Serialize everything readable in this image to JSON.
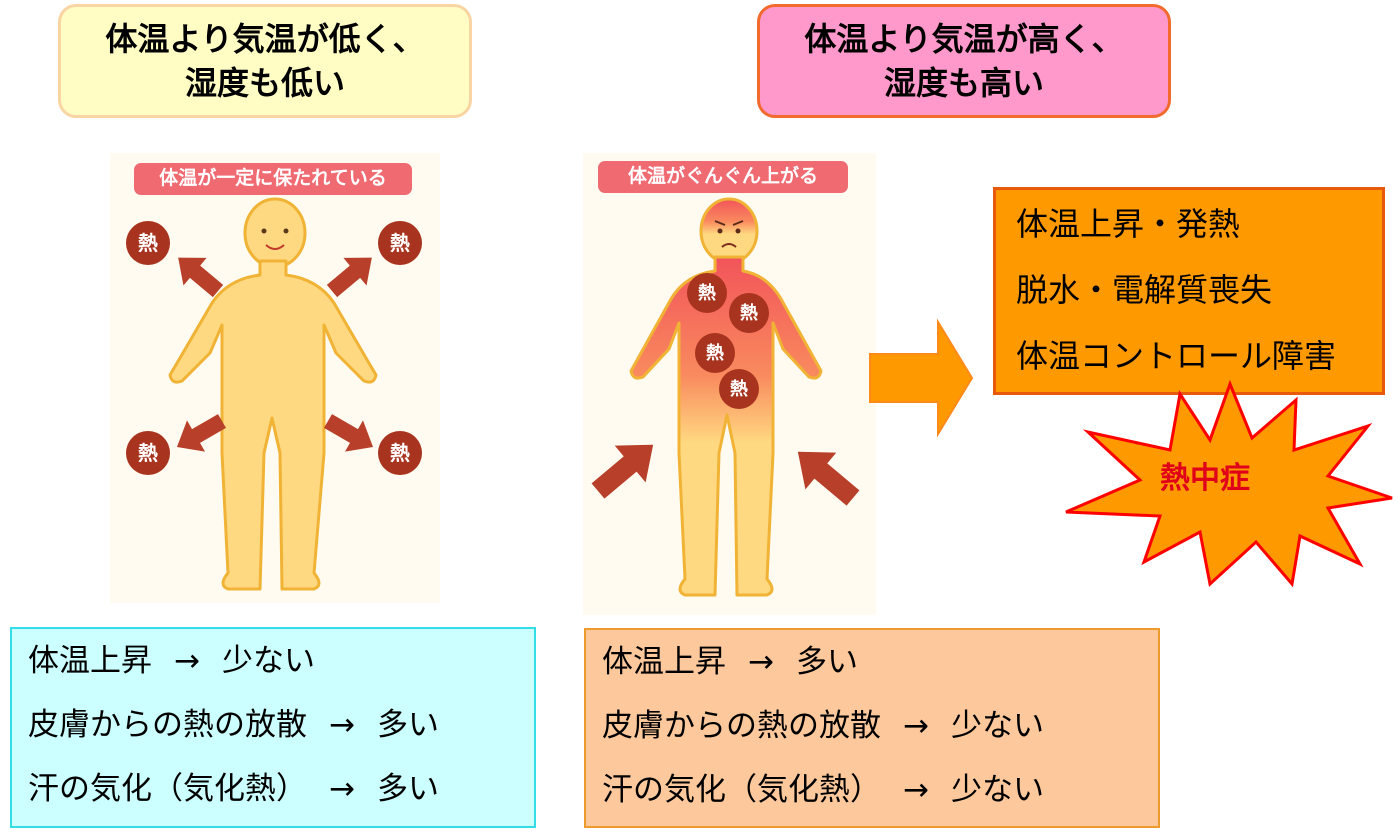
{
  "left_condition": {
    "line1": "体温より気温が低く、",
    "line2": "湿度も低い"
  },
  "right_condition": {
    "line1": "体温より気温が高く、",
    "line2": "湿度も高い"
  },
  "left_figure": {
    "tag": "体温が一定に保たれている",
    "heat_label": "熱"
  },
  "right_figure": {
    "tag": "体温がぐんぐん上がる",
    "heat_label": "熱"
  },
  "left_summary": [
    {
      "item": "体温上昇",
      "arrow": "→",
      "value": "少ない"
    },
    {
      "item": "皮膚からの熱の放散",
      "arrow": "→",
      "value": "多い"
    },
    {
      "item": "汗の気化（気化熱）",
      "arrow": "→",
      "value": "多い"
    }
  ],
  "right_summary": [
    {
      "item": "体温上昇",
      "arrow": "→",
      "value": "多い"
    },
    {
      "item": "皮膚からの熱の放散",
      "arrow": "→",
      "value": "少ない"
    },
    {
      "item": "汗の気化（気化熱）",
      "arrow": "→",
      "value": "少ない"
    }
  ],
  "effects": [
    "体温上昇・発熱",
    "脱水・電解質喪失",
    "体温コントロール障害"
  ],
  "result": "熱中症",
  "colors": {
    "figure_body": "#ffd981",
    "figure_outline": "#f0b335",
    "heat_circle": "#a8331e",
    "heat_arrow": "#b8402a",
    "tag_bg": "#f06a72",
    "flow_arrow": "#ff9900",
    "burst_fill": "#ff9900",
    "burst_stroke": "#ff0000",
    "result_text": "#e0001a"
  }
}
